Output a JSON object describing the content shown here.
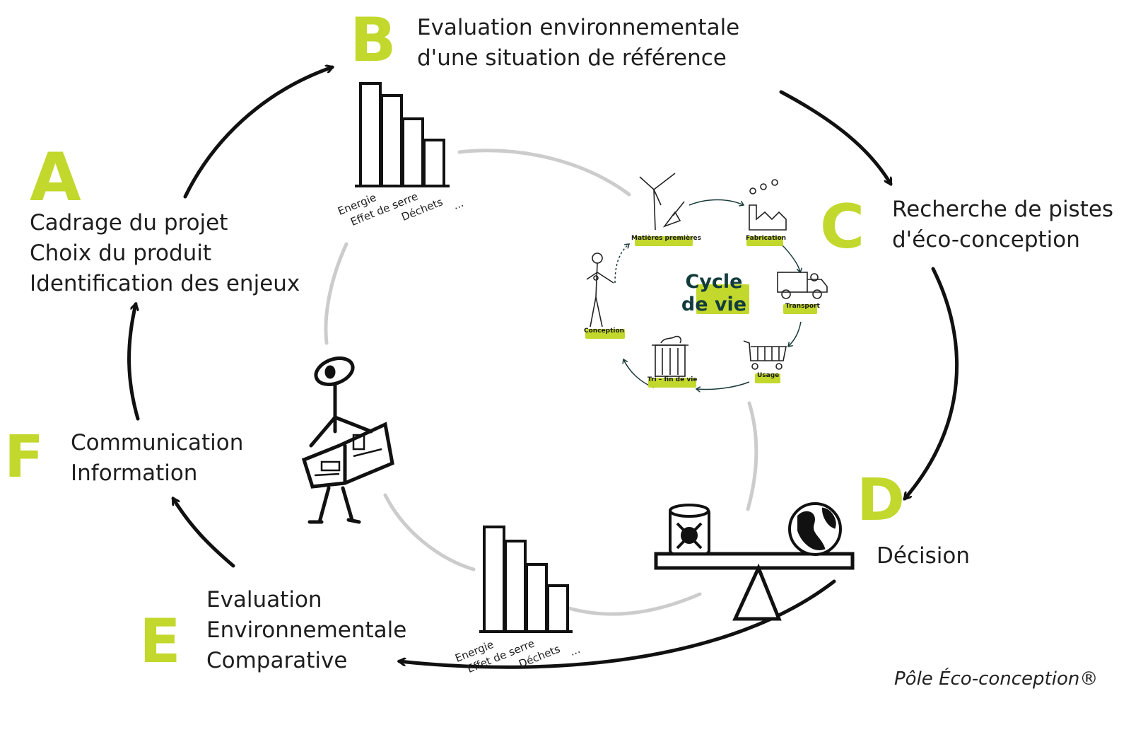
{
  "colors": {
    "accent": "#c2d82c",
    "ink": "#111111",
    "guide": "#cccccc",
    "title": "#123c3c"
  },
  "steps": {
    "A": {
      "letter": "A",
      "lines": [
        "Cadrage du projet",
        "Choix du produit",
        "Identification des enjeux"
      ]
    },
    "B": {
      "letter": "B",
      "lines": [
        "Evaluation environnementale",
        "d'une situation de référence"
      ]
    },
    "C": {
      "letter": "C",
      "lines": [
        "Recherche de pistes",
        "d'éco-conception"
      ]
    },
    "D": {
      "letter": "D",
      "lines": [
        "Décision"
      ]
    },
    "E": {
      "letter": "E",
      "lines": [
        "Evaluation",
        "Environnementale",
        "Comparative"
      ]
    },
    "F": {
      "letter": "F",
      "lines": [
        "Communication",
        "Information"
      ]
    }
  },
  "impact_chart_labels": [
    "Energie",
    "Effet de serre",
    "Déchets",
    "..."
  ],
  "life_cycle": {
    "title_line1": "Cycle",
    "title_line2": "de vie",
    "stages": [
      "Matières premières",
      "Fabrication",
      "Transport",
      "Usage",
      "Tri – fin de vie",
      "Conception"
    ]
  },
  "icons": [
    "wind-turbine-icon",
    "factory-icon",
    "truck-icon",
    "shopping-cart-icon",
    "trash-bin-icon",
    "stick-figure-idea-icon",
    "reader-figure-icon",
    "balance-scale-icon",
    "toxic-barrel-icon",
    "globe-icon"
  ],
  "signature": "Pôle Éco-conception®"
}
